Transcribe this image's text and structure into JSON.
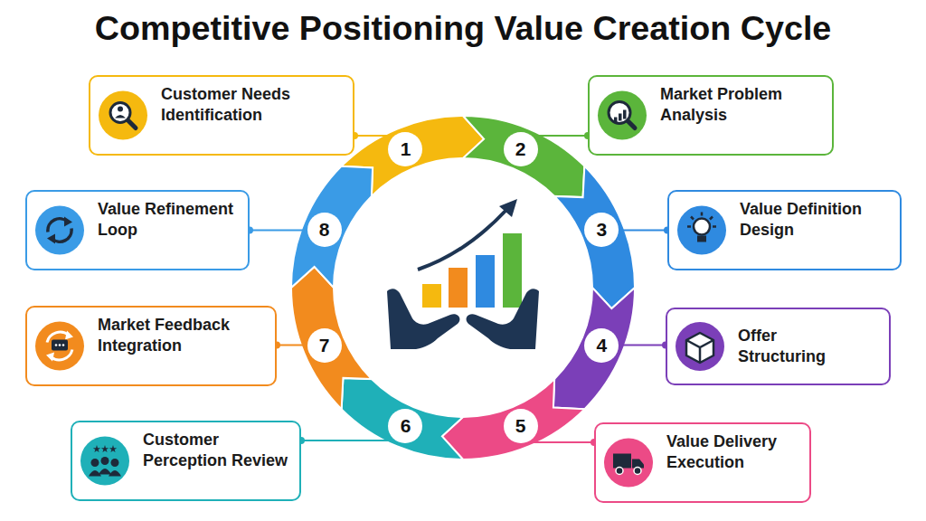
{
  "diagram": {
    "title": "Competitive Positioning Value Creation Cycle",
    "nodes": [
      {
        "text": [
          "Customer Needs Identification"
        ]
      },
      {
        "text": [
          "Market Problem Analysis"
        ]
      },
      {
        "text": [
          "Value Definition Design"
        ]
      },
      {
        "text": [
          "Offer Structuring"
        ]
      },
      {
        "text": [
          "Value Delivery Execution"
        ]
      },
      {
        "text": [
          "Customer Perception Review"
        ]
      },
      {
        "text": [
          "Market Feedback Integration"
        ]
      },
      {
        "text": [
          "Value Refinement Loop"
        ]
      },
      {
        "text": [
          "1"
        ]
      },
      {
        "text": [
          "2"
        ]
      },
      {
        "text": [
          "3"
        ]
      },
      {
        "text": [
          "4"
        ]
      },
      {
        "text": [
          "5"
        ]
      },
      {
        "text": [
          "6"
        ]
      },
      {
        "text": [
          "7"
        ]
      },
      {
        "text": [
          "8"
        ]
      }
    ],
    "edges": [
      {
        "from": 0,
        "to": 8,
        "arrow": "none"
      },
      {
        "from": 1,
        "to": 9,
        "arrow": "none"
      },
      {
        "from": 2,
        "to": 10,
        "arrow": "none"
      },
      {
        "from": 3,
        "to": 11,
        "arrow": "none"
      },
      {
        "from": 4,
        "to": 12,
        "arrow": "none"
      },
      {
        "from": 5,
        "to": 13,
        "arrow": "none"
      },
      {
        "from": 6,
        "to": 14,
        "arrow": "none"
      },
      {
        "from": 7,
        "to": 15,
        "arrow": "none"
      }
    ]
  }
}
